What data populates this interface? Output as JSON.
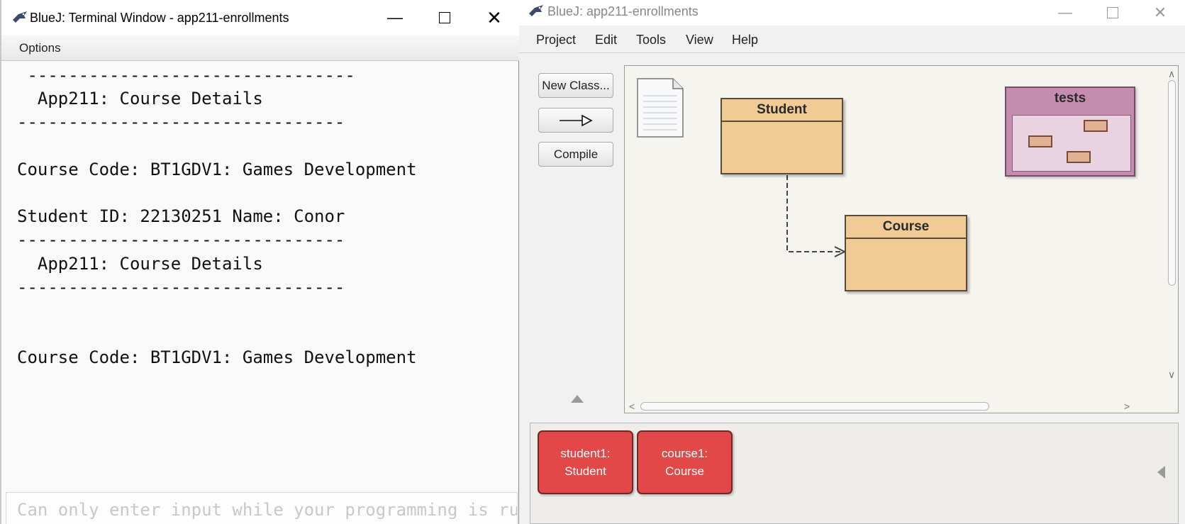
{
  "terminal": {
    "title": "BlueJ: Terminal Window - app211-enrollments",
    "menu_options": "Options",
    "output_lines": [
      " --------------------------------",
      "  App211: Course Details",
      "--------------------------------",
      "",
      "Course Code: BT1GDV1: Games Development",
      "",
      "Student ID: 22130251 Name: Conor",
      "--------------------------------",
      "  App211: Course Details",
      "--------------------------------",
      "",
      "",
      "Course Code: BT1GDV1: Games Development"
    ],
    "input_placeholder": "Can only enter input while your programming is running"
  },
  "main": {
    "title": "BlueJ:  app211-enrollments",
    "menu": [
      "Project",
      "Edit",
      "Tools",
      "View",
      "Help"
    ],
    "tools": {
      "new_class": "New Class...",
      "compile": "Compile"
    },
    "diagram": {
      "classes": [
        "Student",
        "Course"
      ],
      "package": "tests"
    },
    "objects": [
      {
        "name": "student1:",
        "type": "Student"
      },
      {
        "name": "course1:",
        "type": "Course"
      }
    ]
  },
  "icons": [
    "bluej-bird-icon",
    "minimize-icon",
    "maximize-icon",
    "close-icon",
    "readme-note-icon",
    "inheritance-arrow-icon"
  ]
}
